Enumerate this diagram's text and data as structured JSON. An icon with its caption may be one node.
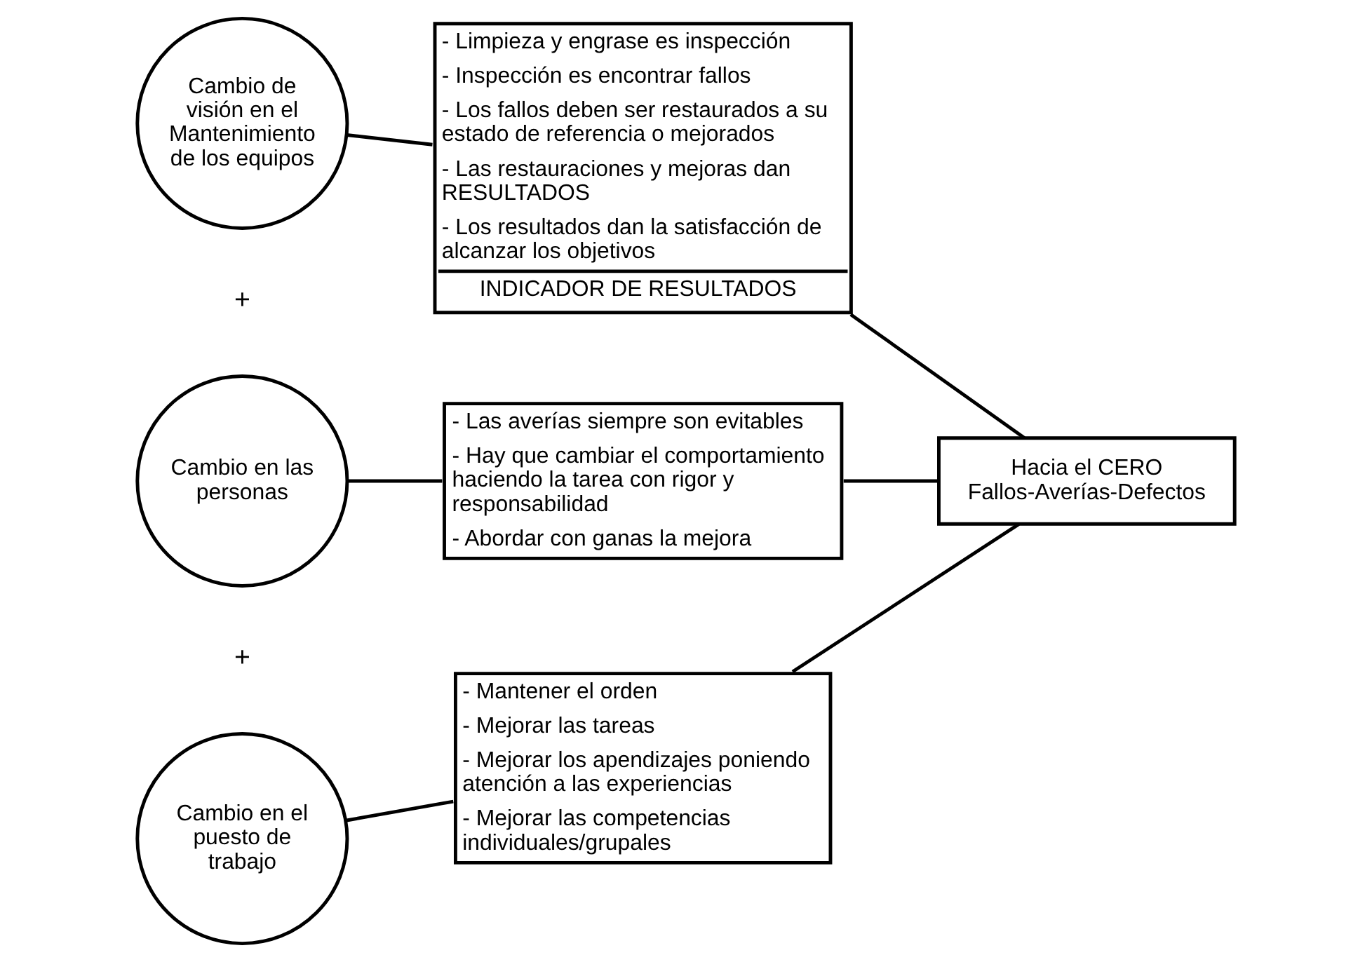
{
  "diagram": {
    "nodes": [
      {
        "text": [
          "Cambio de visión en el Mantenimiento de los equipos"
        ]
      },
      {
        "text": [
          "- Limpieza y engrase es inspección",
          "- Inspección es encontrar fallos",
          "- Los fallos deben ser restaurados a su estado de referencia o mejorados",
          "- Las restauraciones y mejoras dan RESULTADOS",
          "- Los resultados dan la satisfacción de alcanzar los objetivos",
          "INDICADOR DE RESULTADOS"
        ]
      },
      {
        "text": [
          "Cambio en las personas"
        ]
      },
      {
        "text": [
          "- Las averías siempre son evitables",
          "- Hay que cambiar el comportamiento haciendo la tarea con rigor y responsabilidad",
          "- Abordar con ganas la mejora"
        ]
      },
      {
        "text": [
          "Cambio en el puesto de trabajo"
        ]
      },
      {
        "text": [
          "- Mantener el orden",
          "- Mejorar las tareas",
          "- Mejorar los apendizajes poniendo atención a las experiencias",
          "- Mejorar las competencias individuales/grupales"
        ]
      },
      {
        "text": [
          "Hacia el CERO",
          "Fallos-Averías-Defectos"
        ]
      }
    ],
    "edges": [
      {
        "from": 0,
        "to": 1,
        "arrow": "none"
      },
      {
        "from": 2,
        "to": 3,
        "arrow": "none"
      },
      {
        "from": 4,
        "to": 5,
        "arrow": "none"
      },
      {
        "from": 1,
        "to": 6,
        "arrow": "none"
      },
      {
        "from": 3,
        "to": 6,
        "arrow": "none"
      },
      {
        "from": 5,
        "to": 6,
        "arrow": "none"
      }
    ],
    "labels": [
      "+",
      "+"
    ]
  }
}
